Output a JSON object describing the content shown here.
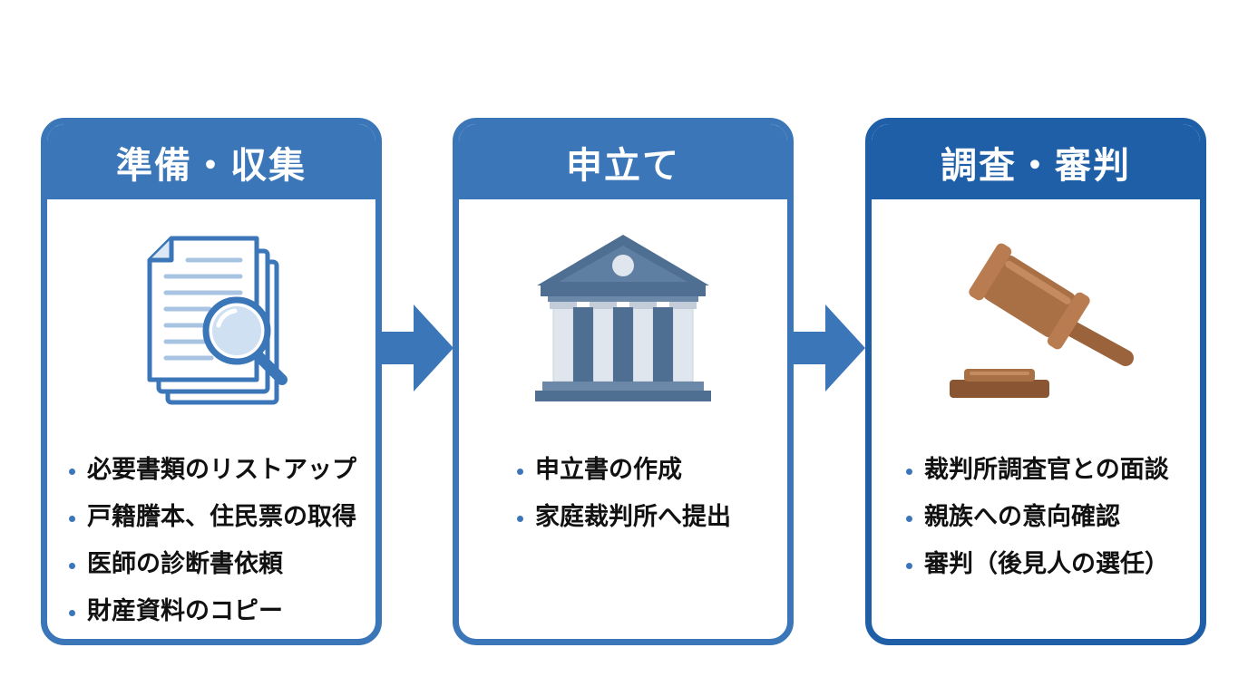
{
  "steps": [
    {
      "title": "準備・収集",
      "icon": "document-search-icon",
      "items": [
        "必要書類のリストアップ",
        "戸籍謄本、住民票の取得",
        "医師の診断書依頼",
        "財産資料のコピー"
      ]
    },
    {
      "title": "申立て",
      "icon": "courthouse-icon",
      "items": [
        "申立書の作成",
        "家庭裁判所へ提出"
      ]
    },
    {
      "title": "調査・審判",
      "icon": "gavel-icon",
      "items": [
        "裁判所調査官との面談",
        "親族への意向確認",
        "審判（後見人の選任）"
      ]
    }
  ],
  "colors": {
    "primary": "#3b76b8",
    "primary_dark": "#1f5fa8",
    "icon_slate": "#4f6f92",
    "gavel": "#a96f45"
  }
}
